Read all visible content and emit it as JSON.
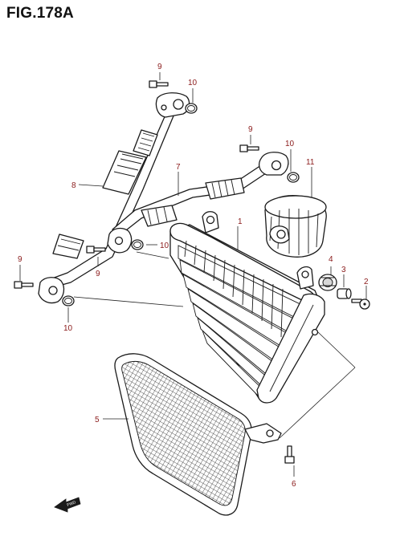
{
  "figure": {
    "title": "FIG.178A"
  },
  "colors": {
    "label": "#8a1a1a",
    "line": "#1a1a1a",
    "background": "#ffffff"
  },
  "callouts": {
    "c1": "1",
    "c2": "2",
    "c3": "3",
    "c4": "4",
    "c5": "5",
    "c6": "6",
    "c7": "7",
    "c8": "8",
    "c9a": "9",
    "c9b": "9",
    "c9c": "9",
    "c9d": "9",
    "c10a": "10",
    "c10b": "10",
    "c10c": "10",
    "c10d": "10",
    "c11": "11"
  },
  "fwd_badge": {
    "text": "FWD",
    "icon": "fwd-arrow-icon"
  }
}
